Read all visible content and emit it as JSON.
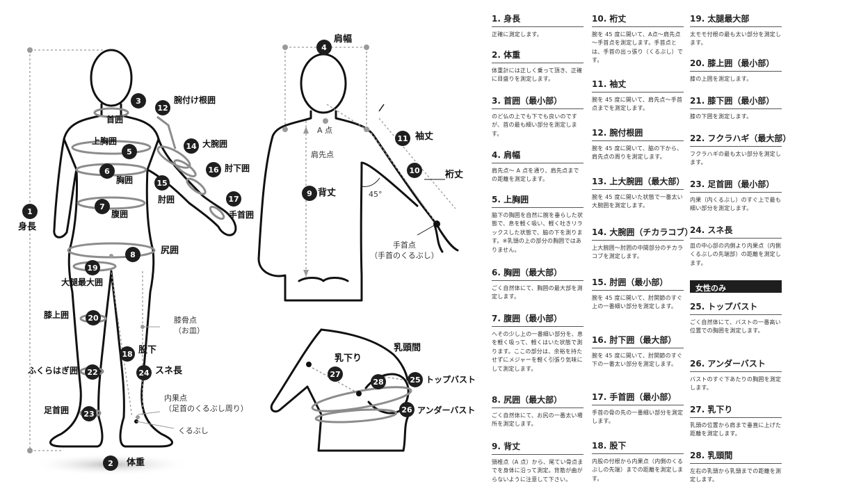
{
  "figure": {
    "labels": {
      "body_height": "身長",
      "neck": "首囲",
      "upper_chest": "上胸囲",
      "chest": "胸囲",
      "waist": "腹囲",
      "hip": "尻囲",
      "thigh": "大腿最大囲",
      "knee": "膝上囲",
      "calf": "ふくらはぎ囲",
      "ankle": "足首囲",
      "weight": "体重",
      "armhole": "腕付け根囲",
      "upper_arm": "大腕囲",
      "forearm": "肘下囲",
      "elbow": "肘囲",
      "wrist": "手首囲",
      "shoulder_width": "肩幅",
      "a_point": "A 点",
      "shoulder_point": "肩先点",
      "sleeve": "袖丈",
      "yuki": "裄丈",
      "back_length": "背丈",
      "angle": "45°",
      "wrist_point": "手首点",
      "wrist_point_note": "（手首のくるぶし）",
      "kneecap": "膝骨点",
      "kneecap_note": "（お皿）",
      "inseam": "股下",
      "shin": "スネ長",
      "malleolus": "内果点",
      "malleolus_note": "（足首のくるぶし周り）",
      "ankle_bone": "くるぶし",
      "nipple_drop": "乳下り",
      "nipple_distance": "乳頭間",
      "top_bust": "トップバスト",
      "under_bust": "アンダーバスト"
    }
  },
  "col1": [
    {
      "title": "1. 身長",
      "desc": "正確に測定します。"
    },
    {
      "title": "2. 体重",
      "desc": "体重計には正しく乗って頂き、正確に目盛りを測定します。"
    },
    {
      "title": "3. 首囲（最小部）",
      "desc": "のど仏の上でも下でも良いのですが、首の最も細い部分を測定します。"
    },
    {
      "title": "4. 肩幅",
      "desc": "肩先点～ A 点を通り、肩先点までの距離を測定します。"
    },
    {
      "title": "5. 上胸囲",
      "desc": "脇下の胸囲を自然に腕を垂らした状態で、息を軽く吸い、軽く吐きリラックスした状態で、脇の下を測ります。※乳頭の上の部分の胸囲ではありません。"
    },
    {
      "title": "6. 胸囲（最大部）",
      "desc": "ごく自然体にて、胸囲の最大部を測定します。"
    },
    {
      "title": "7. 腹囲（最小部）",
      "desc": "へその少し上の一番細い部分を、息を軽く吸って、軽くはいた状態で測ります。ここの部分は、余裕を持たせずにメジャーを軽く引張り気味にして測定します。"
    },
    {
      "title": "8. 尻囲（最大部）",
      "desc": "ごく自然体にて、お尻の一番太い場所を測定します。"
    },
    {
      "title": "9. 背丈",
      "desc": "頸椎点（A 点）から、尾てい骨点までを身体に沿って測定。背筋が曲がらないように注意して下さい。"
    }
  ],
  "col2": [
    {
      "title": "10. 裄丈",
      "desc": "腕を 45 度に開いて、A点～肩先点～手首点を測定します。手首点とは、手首の出っ張り（くるぶし）です。"
    },
    {
      "title": "11. 袖丈",
      "desc": "腕を 45 度に開いて、肩先点～手首点までを測定します。"
    },
    {
      "title": "12. 腕付根囲",
      "desc": "腕を 45 度に開いて、脇の下から、肩先点の周りを測定します。"
    },
    {
      "title": "13. 上大腕囲（最大部）",
      "desc": "腕を 45 度に開いた状態で一番太い大腕囲を測定します。"
    },
    {
      "title": "14. 大腕囲（チカラコブ）",
      "desc": "上大腕囲～肘囲の中間部分のチカラコブを測定します。"
    },
    {
      "title": "15. 肘囲（最小部）",
      "desc": "腕を 45 度に開いて、肘関節のすぐ上の一番細い部分を測定します。"
    },
    {
      "title": "16. 肘下囲（最大部）",
      "desc": "腕を 45 度に開いて、肘関節のすぐ下の一番太い部分を測定します。"
    },
    {
      "title": "17. 手首囲（最小部）",
      "desc": "手首の骨の先の一番細い部分を測定します。"
    },
    {
      "title": "18. 股下",
      "desc": "内股の付根から内果点（内側のくるぶしの先端）までの距離を測定します。"
    }
  ],
  "col3": [
    {
      "title": "19. 太腿最大部",
      "desc": "太モモ付根の最も太い部分を測定します。"
    },
    {
      "title": "20. 膝上囲（最小部）",
      "desc": "膝の上囲を測定します。"
    },
    {
      "title": "21. 膝下囲（最小部）",
      "desc": "膝の下囲を測定します。"
    },
    {
      "title": "22. フクラハギ（最大部）",
      "desc": "フクラハギの最も太い部分を測定します。"
    },
    {
      "title": "23. 足首囲（最小部）",
      "desc": "内果（内くるぶし）のすぐ上で最も細い部分を測定します。"
    },
    {
      "title": "24. スネ長",
      "desc": "皿の中心部の内側より内果点（内側くるぶしの先端部）の距離を測定します。"
    },
    {
      "title": "25. トップバスト",
      "desc": "ごく自然体にて、バストの一番高い位置での胸囲を測定します。"
    },
    {
      "title": "26. アンダーバスト",
      "desc": "バストのすぐ下あたりの胸囲を測定します。"
    },
    {
      "title": "27. 乳下り",
      "desc": "乳頭の位置から肩まで垂直に上げた距離を測定します。"
    },
    {
      "title": "28. 乳頭間",
      "desc": "左右の乳頭から乳頭までの距離を測定します。"
    }
  ],
  "women_only": "女性のみ"
}
